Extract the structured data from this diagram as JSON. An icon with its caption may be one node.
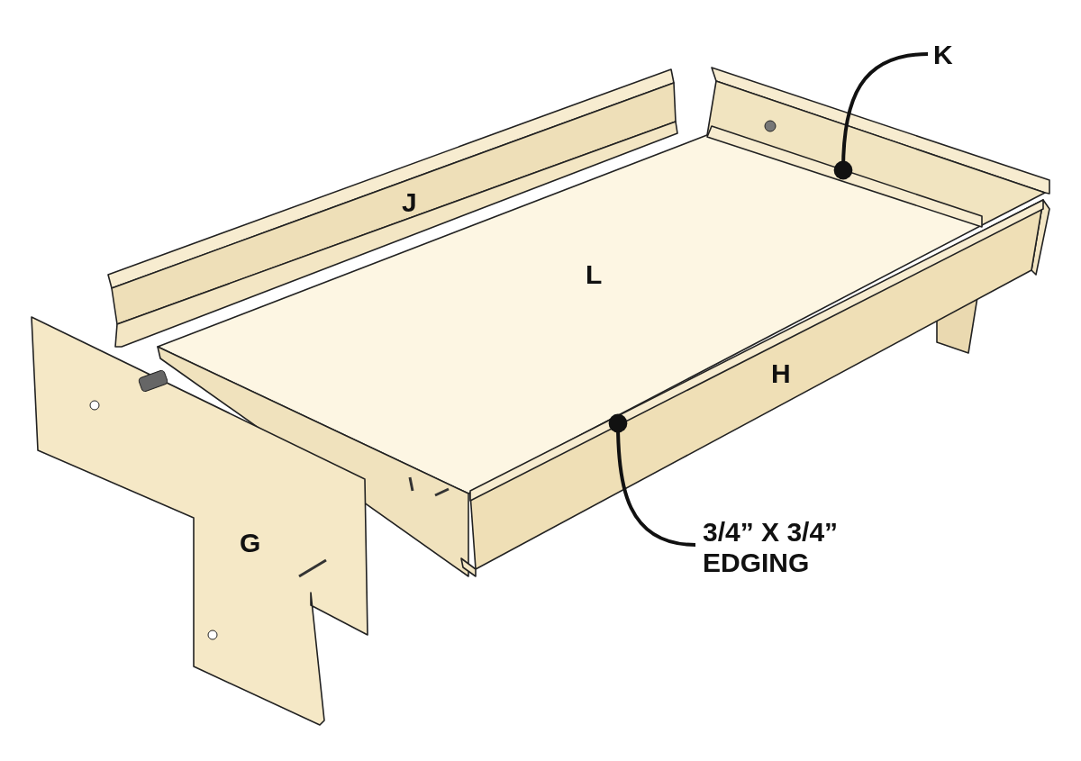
{
  "diagram": {
    "nodes": [
      {
        "text": [
          "K"
        ]
      },
      {
        "text": [],
        "shape": "bar"
      },
      {
        "text": [
          "3/4” X 3/4” EDGING"
        ]
      },
      {
        "text": [],
        "shape": "bar"
      }
    ],
    "edges": [
      {
        "from": 0,
        "to": 1,
        "arrow": "other"
      },
      {
        "from": 2,
        "to": 3,
        "arrow": "other"
      }
    ],
    "labels": [
      "J",
      "L",
      "H",
      "G"
    ]
  }
}
